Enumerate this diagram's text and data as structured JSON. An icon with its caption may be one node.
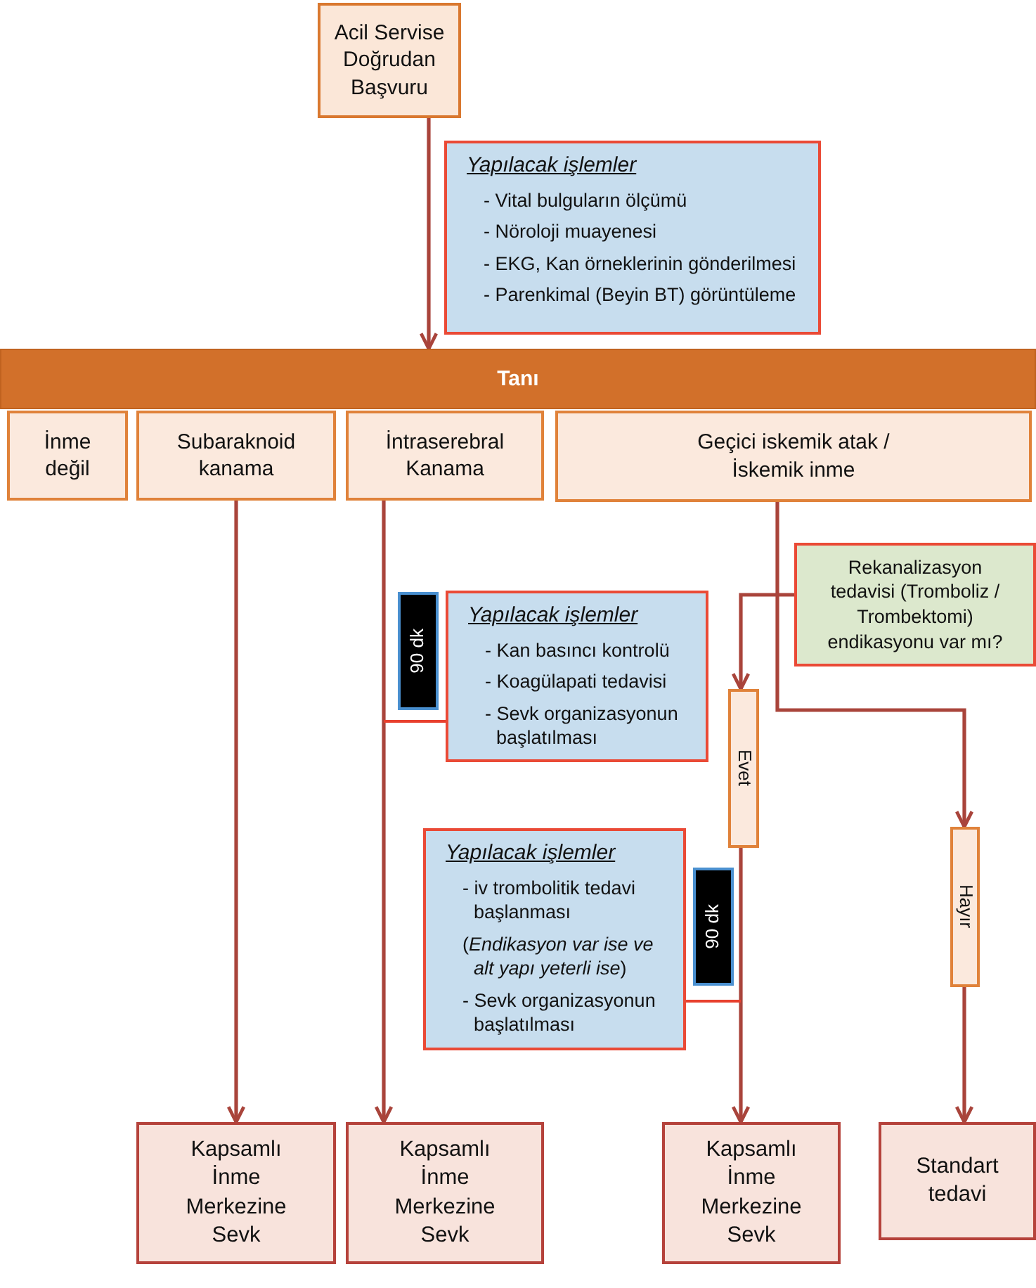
{
  "diagram": {
    "nodes": [
      {
        "text": [
          "Acil Servise Doğrudan Başvuru"
        ]
      },
      {
        "text": [
          "Yapılacak işlemler",
          "- Vital bulguların ölçümü",
          "- Nöroloji muayenesi",
          "- EKG, Kan örneklerinin gönderilmesi",
          "- Parenkimal (Beyin BT) görüntüleme"
        ]
      },
      {
        "text": [
          "Tanı"
        ]
      },
      {
        "text": [
          "İnme değil"
        ]
      },
      {
        "text": [
          "Subaraknoid kanama"
        ]
      },
      {
        "text": [
          "İntraserebral Kanama"
        ]
      },
      {
        "text": [
          "Geçici iskemik atak / İskemik inme"
        ]
      },
      {
        "text": [
          "Rekanalizasyon tedavisi (Tromboliz / Trombektomi) endikasyonu var mı?"
        ]
      },
      {
        "text": [
          "90 dk"
        ]
      },
      {
        "text": [
          "Yapılacak işlemler",
          "- Kan basıncı kontrolü",
          "- Koagülapati tedavisi",
          "- Sevk organizasyonun başlatılması"
        ]
      },
      {
        "text": [
          "Evet"
        ]
      },
      {
        "text": [
          "Hayır"
        ]
      },
      {
        "text": [
          "Yapılacak işlemler",
          "- iv trombolitik tedavi başlanması",
          "(*Endikasyon var ise ve alt yapı yeterli ise*)",
          "- Sevk organizasyonun başlatılması"
        ]
      },
      {
        "text": [
          "90 dk"
        ]
      },
      {
        "text": [
          "Kapsamlı İnme Merkezine Sevk"
        ]
      },
      {
        "text": [
          "Kapsamlı İnme Merkezine Sevk"
        ]
      },
      {
        "text": [
          "Kapsamlı İnme Merkezine Sevk"
        ]
      },
      {
        "text": [
          "Standart tedavi"
        ]
      }
    ],
    "edges": [
      {
        "from": 0,
        "to": 2,
        "arrow": "to"
      },
      {
        "from": 4,
        "to": 14,
        "arrow": "to"
      },
      {
        "from": 5,
        "to": 15,
        "arrow": "to"
      },
      {
        "from": 9,
        "to": null,
        "arrow": "none"
      },
      {
        "from": 6,
        "to": 11,
        "arrow": "to"
      },
      {
        "from": 7,
        "to": 10,
        "arrow": "to"
      },
      {
        "from": 10,
        "to": 16,
        "arrow": "to"
      },
      {
        "from": 12,
        "to": null,
        "arrow": "none"
      },
      {
        "from": 11,
        "to": 17,
        "arrow": "to"
      }
    ]
  }
}
